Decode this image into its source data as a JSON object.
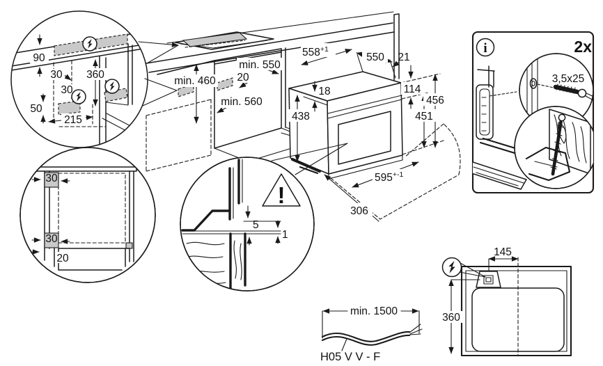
{
  "document": {
    "type": "appliance-installation-diagram"
  },
  "colors": {
    "line": "#1a1a1a",
    "shade_zone": "#c9c9c9",
    "background": "#ffffff"
  },
  "icons": {
    "power": "lightning-bolt-circle",
    "info": "info-circle",
    "warning": "warning-triangle"
  },
  "top_left_detail": {
    "d90": "90",
    "d30_top": "30",
    "d360": "360",
    "d30_mid": "30",
    "d50": "50",
    "d215": "215"
  },
  "niche": {
    "min550": "min. 550",
    "d20": "20",
    "min460": "min. 460",
    "min560": "min. 560"
  },
  "oven": {
    "d558": "558",
    "d558_sup": "+1",
    "d550": "550",
    "d21": "21",
    "d18": "18",
    "d438": "438",
    "d114": "114",
    "d456": "456",
    "d451": "451",
    "d595": "595",
    "d595_sup": "+-1",
    "d306": "306"
  },
  "front_detail": {
    "d30_top": "30",
    "d30_bottom": "30",
    "d20": "20"
  },
  "gap_detail": {
    "d5": "5",
    "d1": "1"
  },
  "hardware": {
    "quantity": "2x",
    "screw": "3,5x25",
    "info_glyph": "i",
    "warning_glyph": "!"
  },
  "rear_view": {
    "d145": "145",
    "d360": "360"
  },
  "cable": {
    "min_length": "min. 1500",
    "type": "H05 V V - F"
  }
}
